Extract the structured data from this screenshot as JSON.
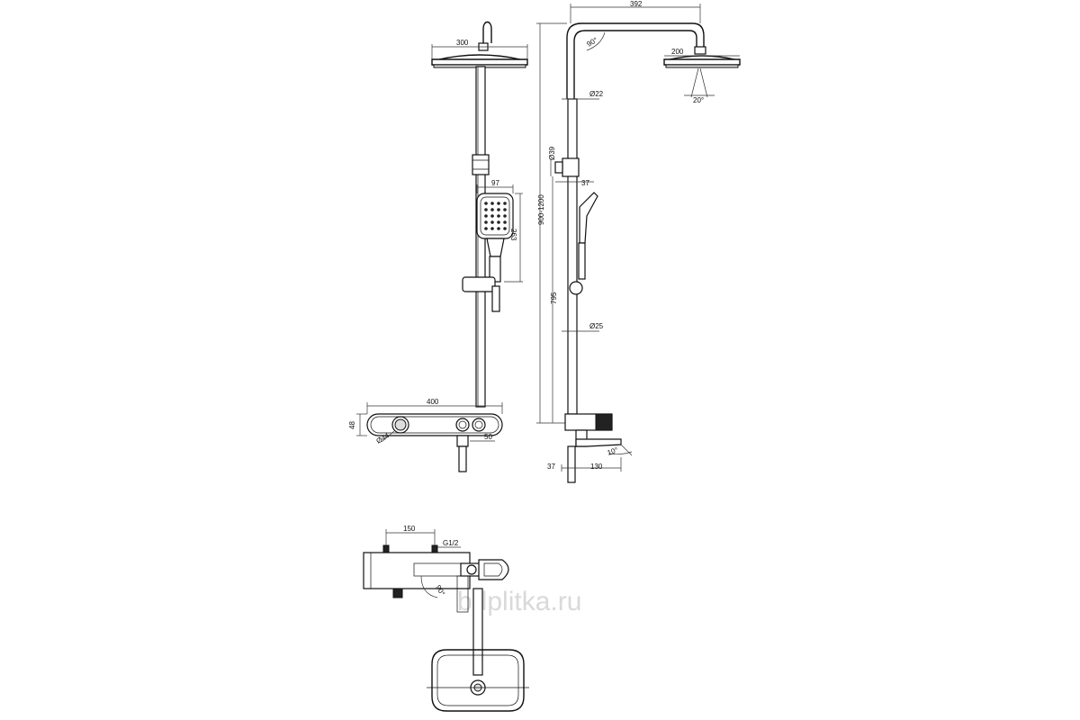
{
  "watermark": "bdplitka.ru",
  "front_view": {
    "overhead_width": "300",
    "handshower_width": "97",
    "handshower_height": "263",
    "thermostat_width": "400",
    "thermostat_height": "48",
    "knob_diameter": "Ø44",
    "outlet_offset": "50"
  },
  "side_view": {
    "arm_length": "392",
    "arm_angle": "90°",
    "overhead_width": "200",
    "spray_angle": "20°",
    "pipe_upper_diameter": "Ø22",
    "bracket_diameter": "Ø39",
    "bracket_depth": "37",
    "height_range": "900-1200",
    "lower_height": "795",
    "pipe_lower_diameter": "Ø25",
    "spout_angle": "10°",
    "wall_offset": "37",
    "spout_length": "130"
  },
  "top_view": {
    "inlet_spacing": "150",
    "thread": "G1/2",
    "rotation_angle": "90°"
  }
}
